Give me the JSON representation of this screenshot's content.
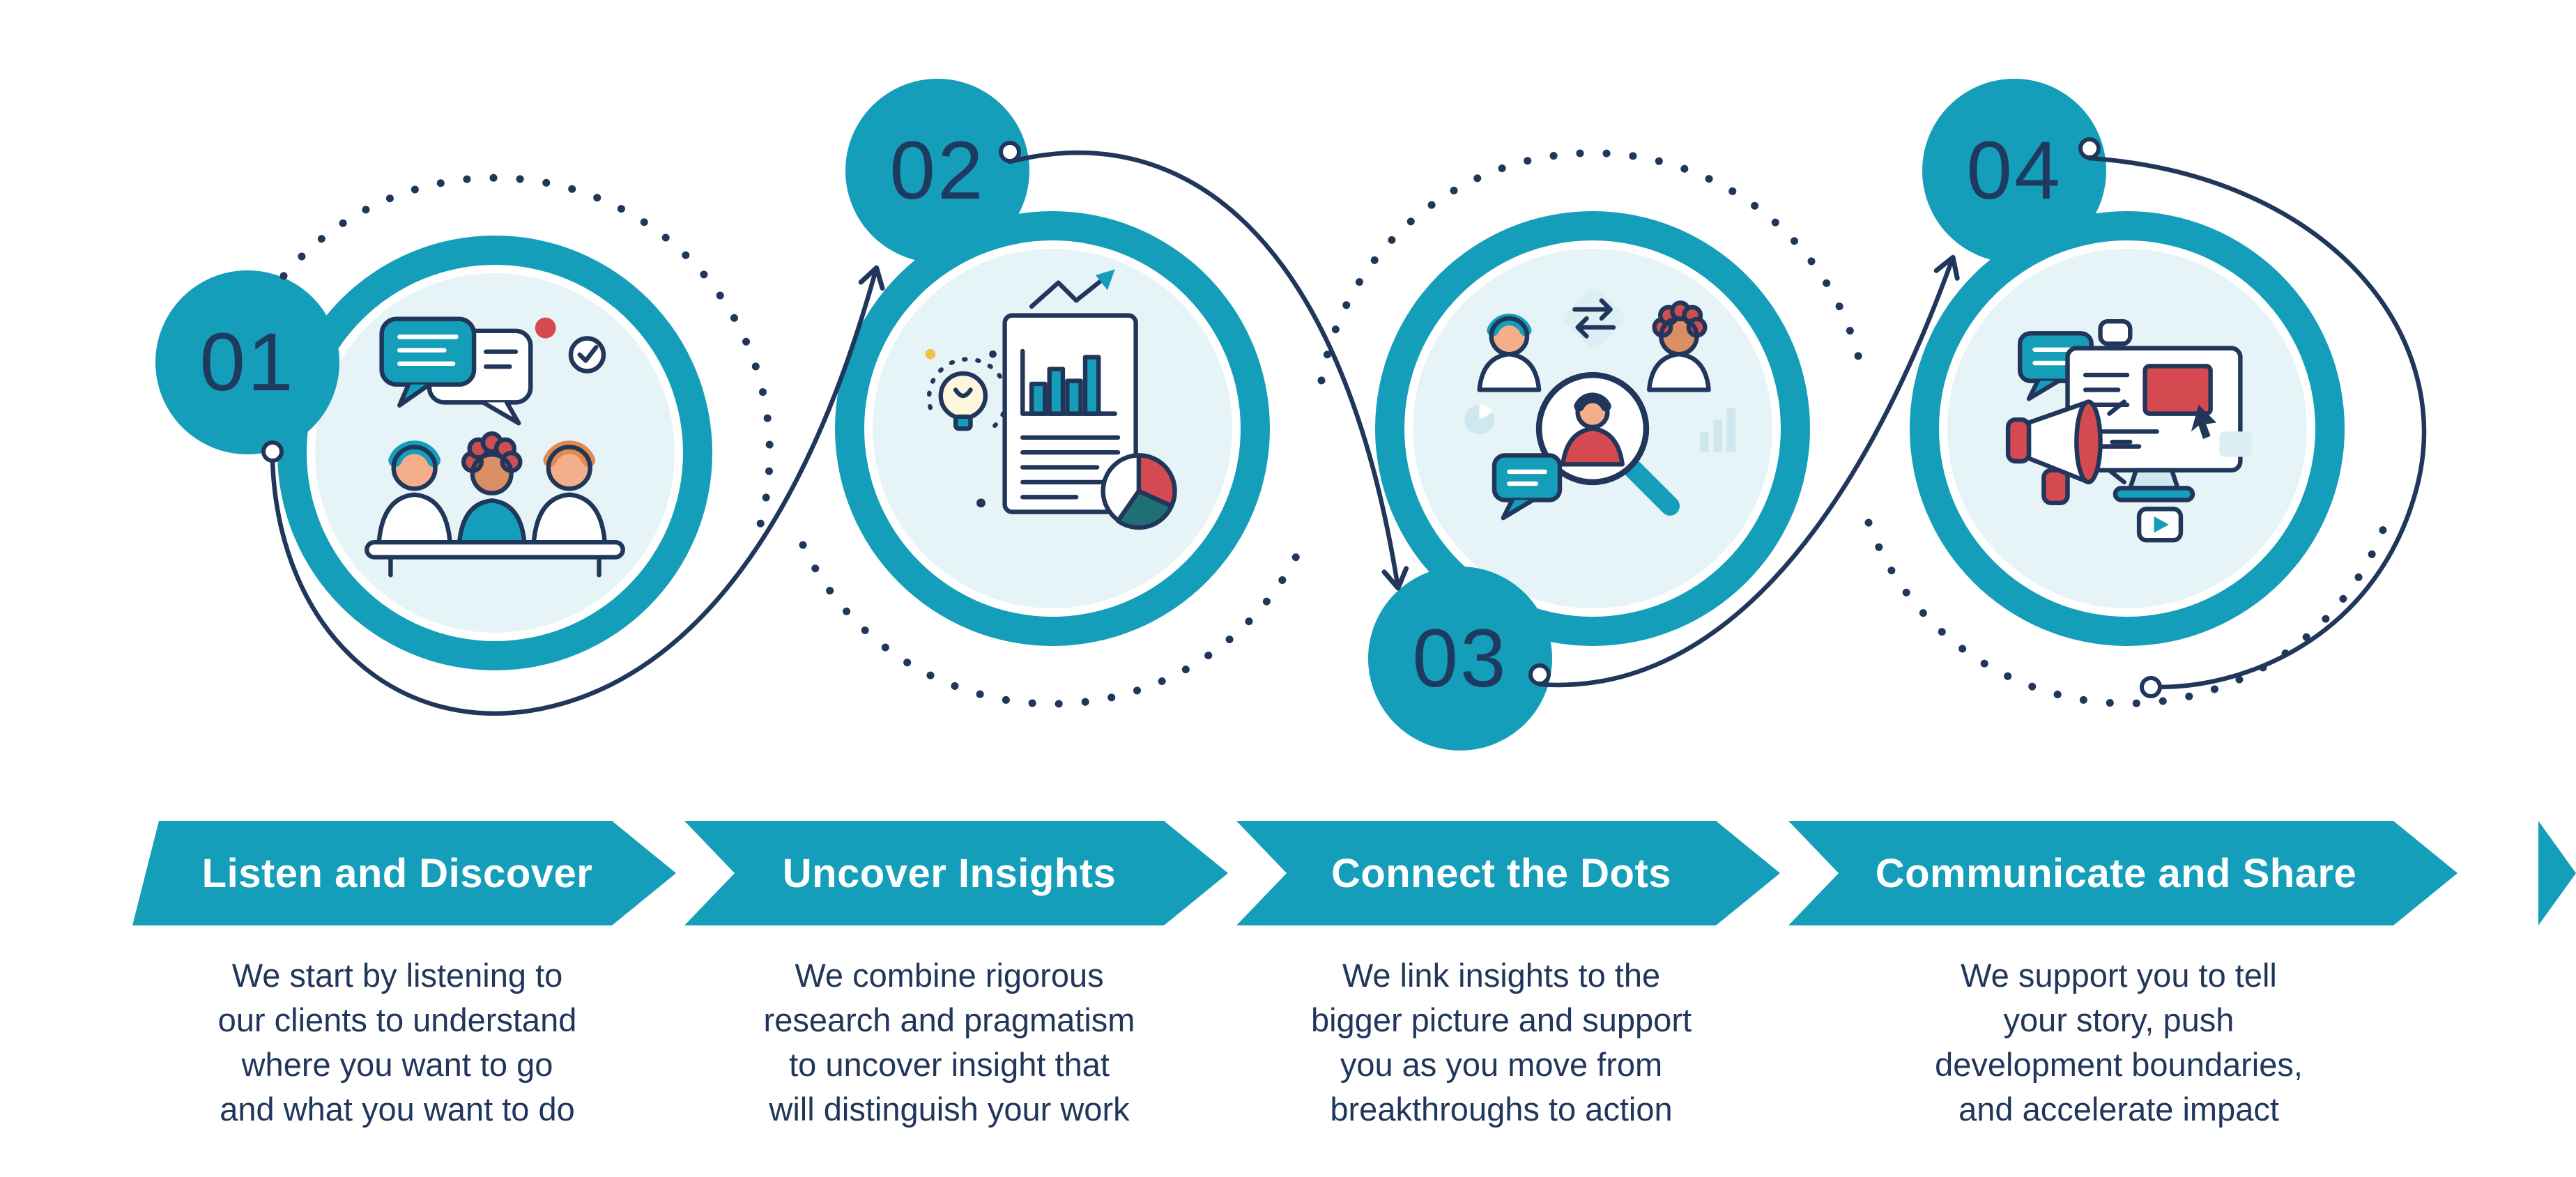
{
  "colors": {
    "teal": "#149EB9",
    "navy": "#21365B",
    "red": "#D44A50",
    "mint_disc": "#E7F4F7",
    "dark_teal_pie": "#206F74",
    "light_blue": "#CFE8EF",
    "banner_text": "#FFFFFF"
  },
  "steps": [
    {
      "number": "01",
      "title": "Listen and Discover",
      "description": "We start by listening to\nour clients to understand\nwhere you want to go\nand what you want to do",
      "icon": "conversation-icon"
    },
    {
      "number": "02",
      "title": "Uncover Insights",
      "description": "We combine rigorous\nresearch and pragmatism\nto uncover insight that\nwill distinguish your work",
      "icon": "document-chart-icon"
    },
    {
      "number": "03",
      "title": "Connect the Dots",
      "description": "We link insights to the\nbigger picture and support\nyou as you move from\nbreakthroughs to action",
      "icon": "people-magnifier-icon"
    },
    {
      "number": "04",
      "title": "Communicate and Share",
      "description": "We support you to tell\nyour story, push\ndevelopment boundaries,\nand accelerate impact",
      "icon": "megaphone-monitor-icon"
    }
  ]
}
